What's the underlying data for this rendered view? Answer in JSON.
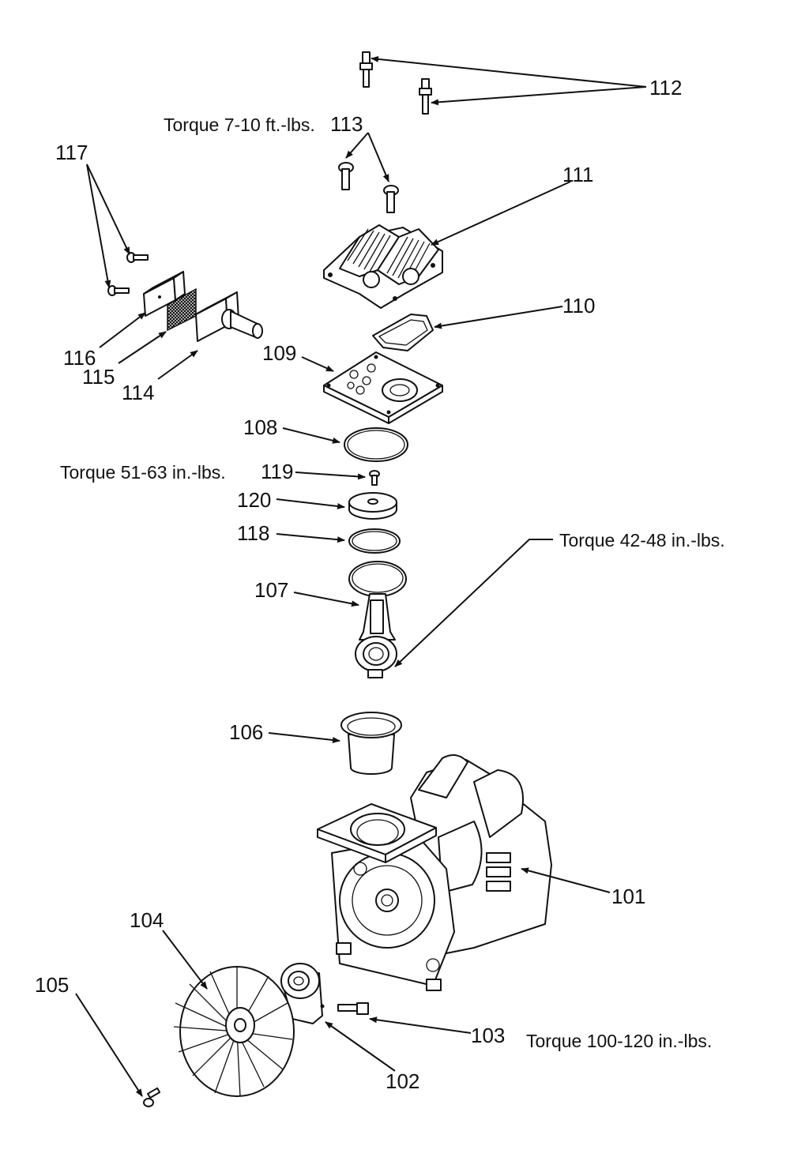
{
  "diagram": {
    "colors": {
      "ink": "#111111",
      "paper": "#ffffff"
    },
    "labels": {
      "p101": "101",
      "p102": "102",
      "p103": "103",
      "p104": "104",
      "p105": "105",
      "p106": "106",
      "p107": "107",
      "p108": "108",
      "p109": "109",
      "p110": "110",
      "p111": "111",
      "p112": "112",
      "p113": "113",
      "p114": "114",
      "p115": "115",
      "p116": "116",
      "p117": "117",
      "p118": "118",
      "p119": "119",
      "p120": "120"
    },
    "torque_notes": {
      "head_bolts": "Torque  7-10 ft.-lbs.",
      "piston_screw": "Torque  51-63 in.-lbs.",
      "connecting_rod": "Torque  42-48 in.-lbs.",
      "fan_screw": "Torque 100-120 in.-lbs."
    }
  }
}
